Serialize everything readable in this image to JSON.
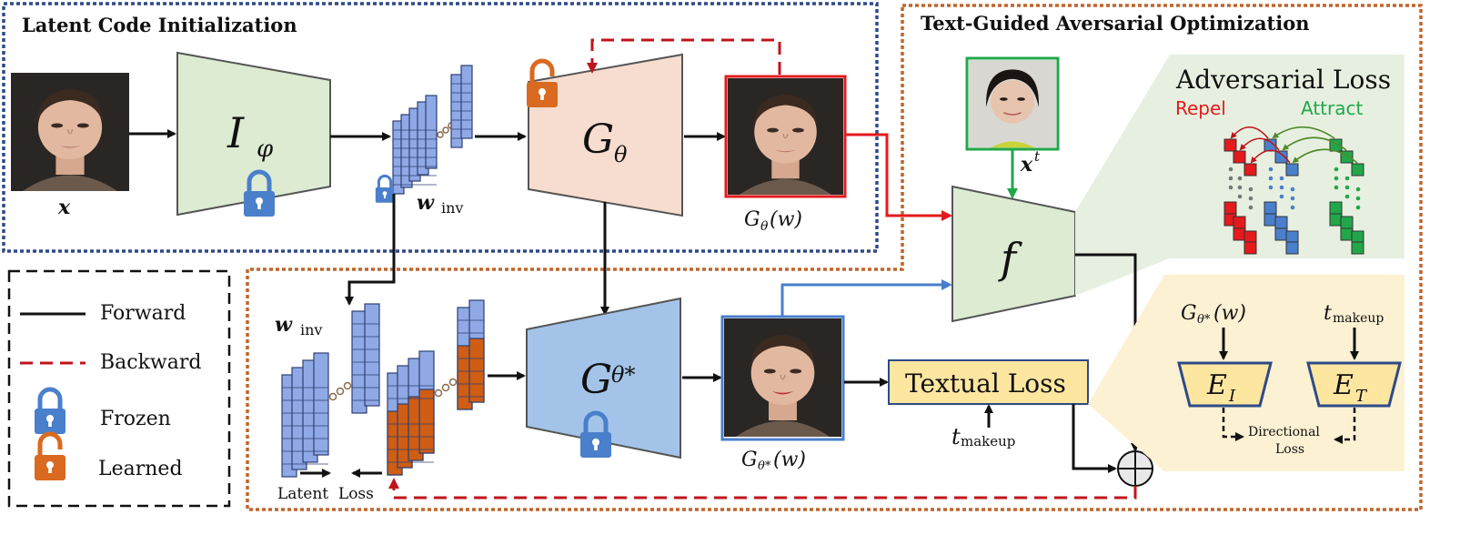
{
  "sections": {
    "init_title": "Latent Code Initialization",
    "opt_title": "Text-Guided Aversarial Optimization"
  },
  "labels": {
    "x": "x",
    "encoder": "I",
    "encoder_sub": "φ",
    "w_inv": "w",
    "w_inv_sub": "inv",
    "generator": "G",
    "generator_sub": "θ",
    "generator_out": "G",
    "generator_out_sub": "θ",
    "generator_out_arg": "(w)",
    "target": "x",
    "target_sup": "t",
    "f": "f",
    "generator_star": "G",
    "generator_star_sub": "θ*",
    "generator_star_out": "G",
    "generator_star_out_sub": "θ*",
    "generator_star_out_arg": "(w)",
    "textual_loss": "Textual Loss",
    "t_makeup": "t",
    "t_makeup_sub": "makeup",
    "latent_loss": "Latent  Loss"
  },
  "adversarial_panel": {
    "title": "Adversarial Loss",
    "repel": "Repel",
    "attract": "Attract",
    "repel_color": "#e41a1c",
    "attract_color": "#21a74a"
  },
  "directional_panel": {
    "g_label": "G",
    "g_sub": "θ*",
    "g_arg": "(w)",
    "t_label": "t",
    "t_sub": "makeup",
    "e_i": "E",
    "e_i_sub": "I",
    "e_t": "E",
    "e_t_sub": "T",
    "directional": "Directional",
    "loss": "Loss"
  },
  "legend": {
    "forward": "Forward",
    "backward": "Backward",
    "frozen": "Frozen",
    "learned": "Learned"
  },
  "colors": {
    "init_border": "#2e4a87",
    "opt_border": "#c0652b",
    "encoder_fill": "#dcebd2",
    "generator_fill": "#f7ddd0",
    "generator_star_fill": "#a3c4e8",
    "latent_blue": "#8fa9e6",
    "latent_orange": "#cf5d14",
    "lock_blue": "#4a7fcb",
    "lock_orange": "#d96a1f",
    "backward": "#c0141c",
    "textual_fill": "#fde6a0",
    "green_panel": "#e7f0e0",
    "yellow_panel": "#fcf1d3"
  }
}
